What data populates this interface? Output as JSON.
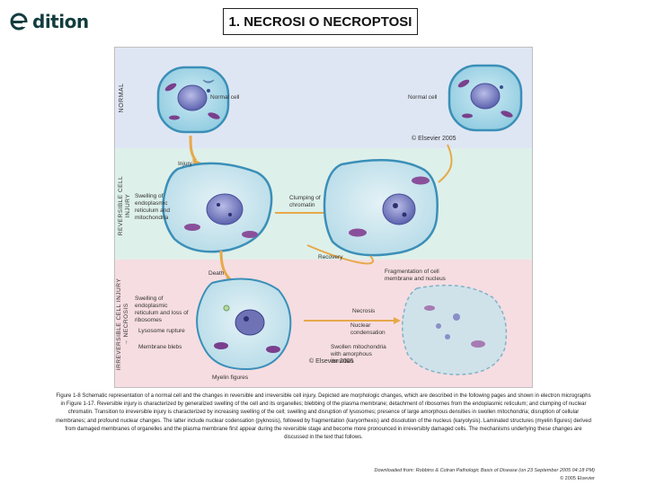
{
  "header": {
    "logo_text": "dition",
    "title": "1. NECROSI O NECROPTOSI"
  },
  "figure": {
    "band_labels": {
      "normal": "NORMAL",
      "reversible": "REVERSIBLE CELL INJURY",
      "irreversible": "IRREVERSIBLE CELL INJURY → NECROSIS"
    },
    "labels": {
      "normal_cell_left": "Normal cell",
      "normal_cell_right": "Normal cell",
      "elsevier_top": "© Elsevier 2005",
      "injury": "Injury",
      "swelling_er": "Swelling of endoplasmic reticulum and mitochondria",
      "clumping": "Clumping of chromatin",
      "recovery": "Recovery",
      "death": "Death",
      "fragmentation": "Fragmentation of cell membrane and nucleus",
      "swelling_er_ribosomes": "Swelling of endoplasmic reticulum and loss of ribosomes",
      "necrosis": "Necrosis",
      "nuclear_condensation": "Nuclear condensation",
      "lysosome_rupture": "Lysosome rupture",
      "membrane_blebs": "Membrane blebs",
      "swollen_mito": "Swollen mitochondria with amorphous densities",
      "myelin_figures": "Myelin figures",
      "elsevier_bottom": "© Elsevier 2005"
    }
  },
  "caption": "Figure 1-8 Schematic representation of a normal cell and the changes in reversible and irreversible cell injury. Depicted are morphologic changes, which are described in the following pages and shown in electron micrographs in Figure 1-17. Reversible injury is characterized by generalized swelling of the cell and its organelles; blebbing of the plasma membrane; detachment of ribosomes from the endoplasmic reticulum; and clumping of nuclear chromatin. Transition to irreversible injury is characterized by increasing swelling of the cell; swelling and disruption of lysosomes; presence of large amorphous densities in swollen mitochondria; disruption of cellular membranes; and profound nuclear changes. The latter include nuclear codensation (pyknosis), followed by fragmentation (karyorrhexis) and dissolution of the nucleus (karyolysis). Laminated structures (myelin figures) derived from damaged membranes of organelles and the plasma membrane first appear during the reversible stage and become more pronounced in irreversibly damaged cells. The mechanisms underlying these changes are discussed in the text that follows.",
  "footer": {
    "download": "Downloaded from: Robbins & Cotran Pathologic Basis of Disease (on 23 September 2005 04:18 PM)",
    "copyright": "© 2005 Elsevier"
  },
  "colors": {
    "band_normal": "#dfe6f3",
    "band_reversible": "#def0ea",
    "band_irreversible": "#f6dde1",
    "cell_membrane": "#3b8fb8",
    "cytoplasm": "#9fd4e6",
    "nucleus": "#6a6fb8",
    "mitochondria": "#7a3f8c",
    "logo": "#123d3f"
  }
}
